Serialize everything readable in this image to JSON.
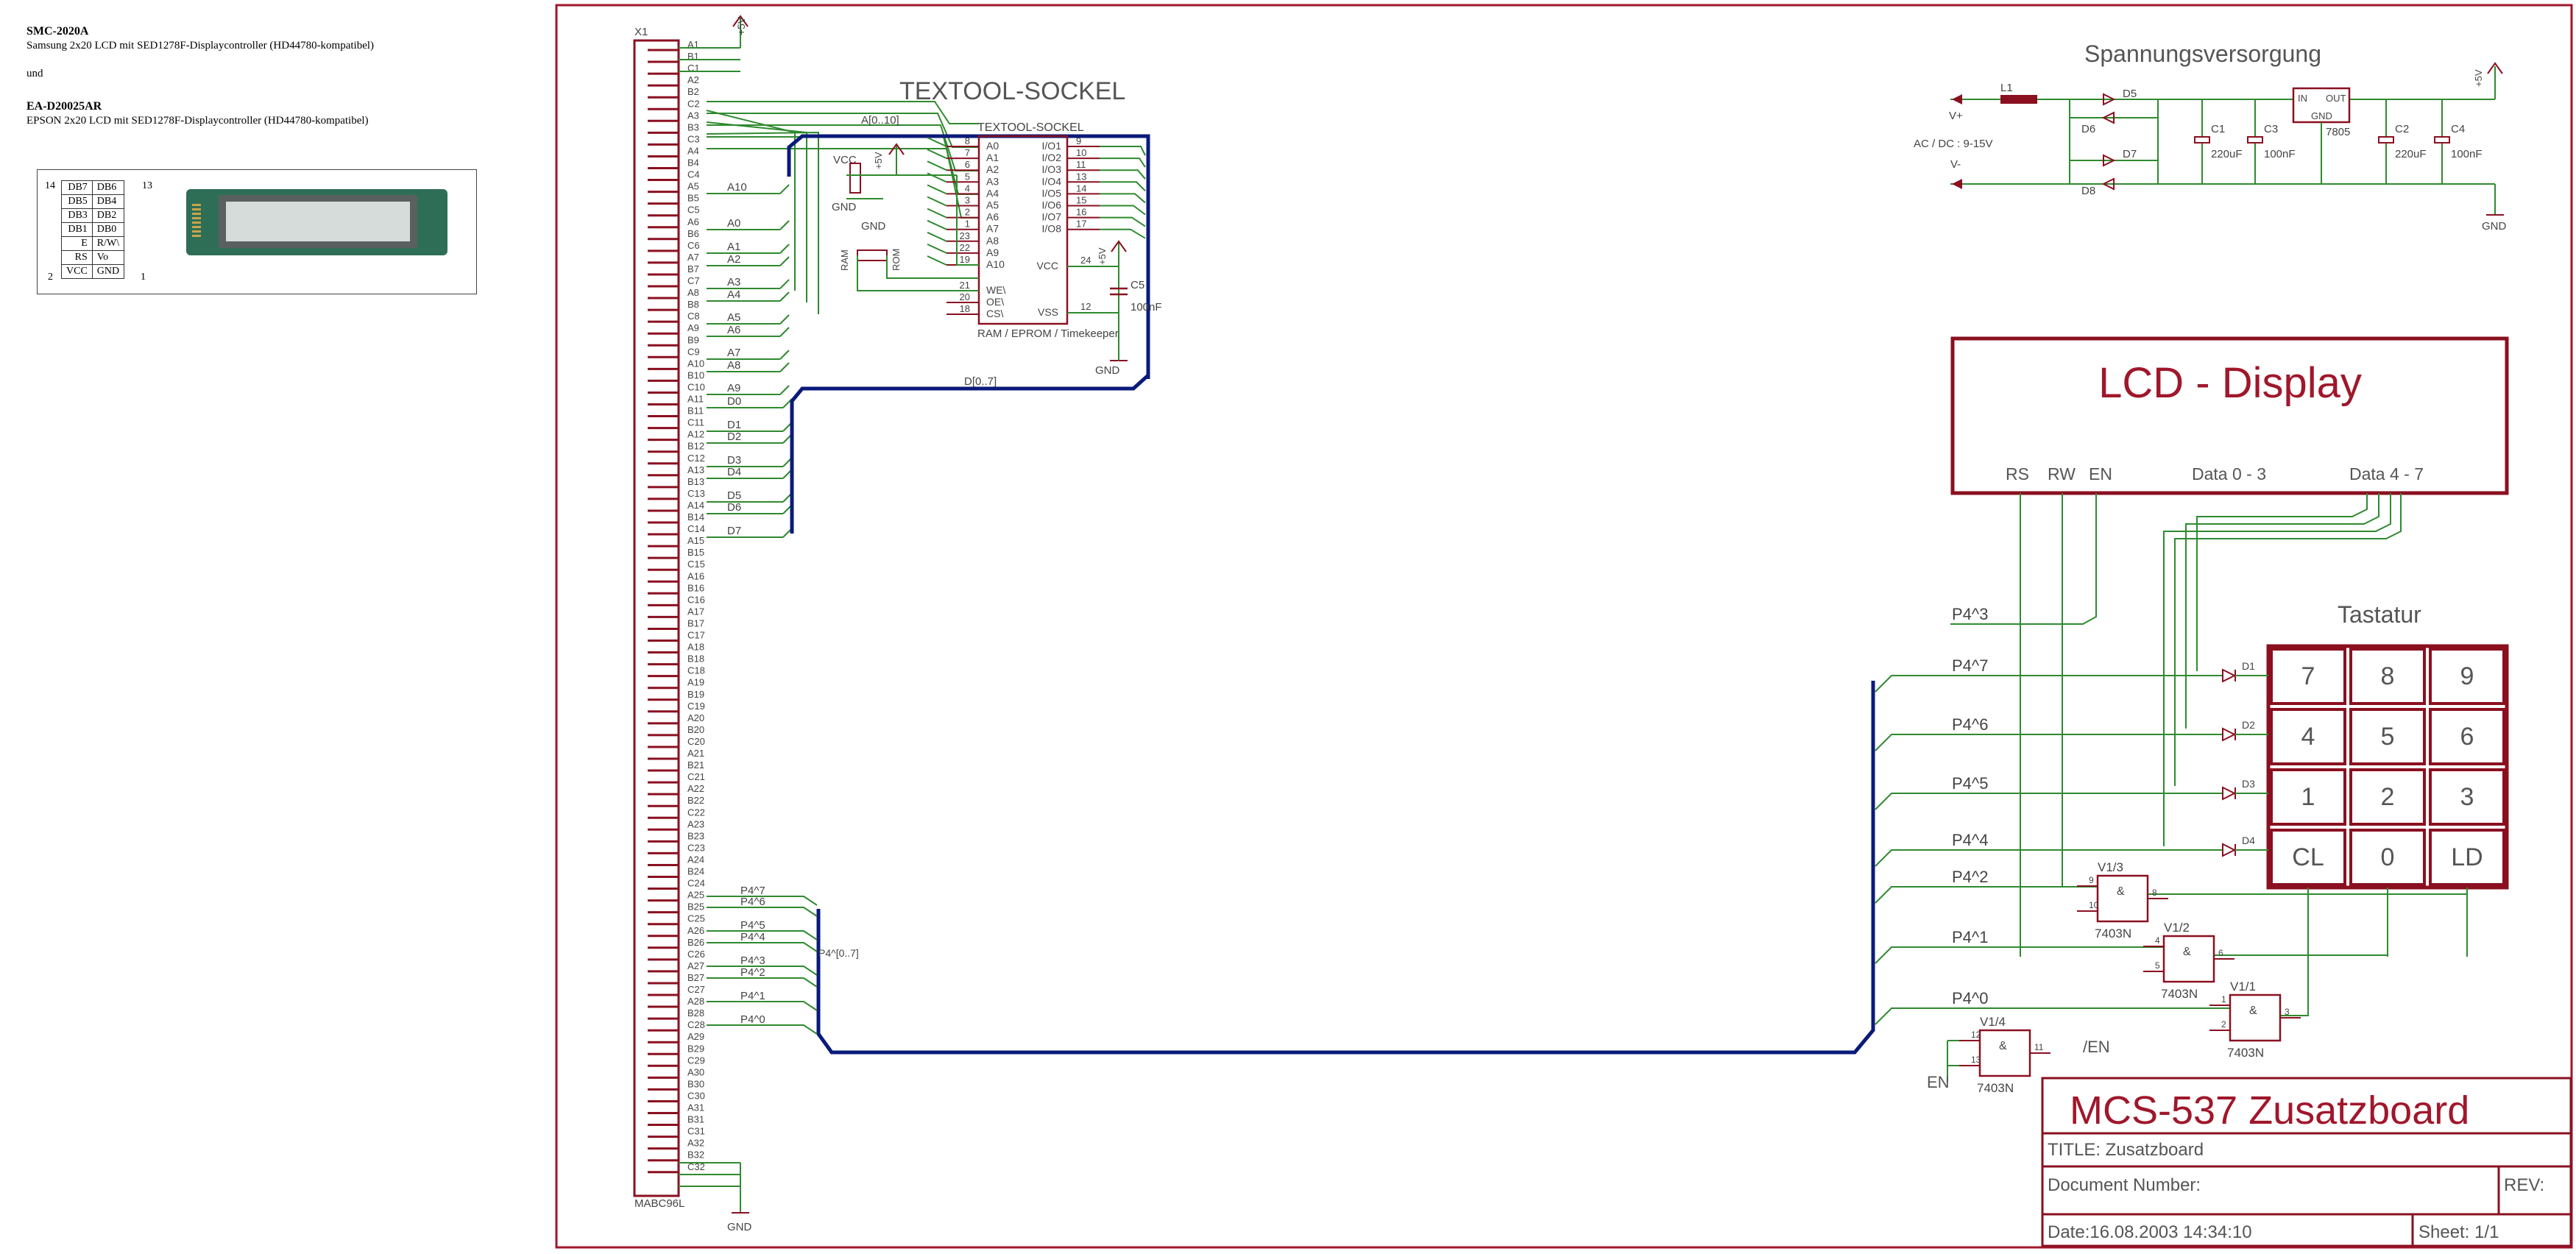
{
  "notes": {
    "model1": "SMC-2020A",
    "model1_desc": "Samsung 2x20 LCD mit SED1278F-Displaycontroller (HD44780-kompatibel)",
    "und": "und",
    "model2": "EA-D20025AR",
    "model2_desc": "EPSON 2x20 LCD mit SED1278F-Displaycontroller (HD44780-kompatibel)"
  },
  "pinout": {
    "left_top": "14",
    "right_top": "13",
    "left_bottom": "2",
    "right_bottom": "1",
    "rows": [
      [
        "DB7",
        "DB6"
      ],
      [
        "DB5",
        "DB4"
      ],
      [
        "DB3",
        "DB2"
      ],
      [
        "DB1",
        "DB0"
      ],
      [
        "E",
        "R/W\\"
      ],
      [
        "RS",
        "Vo"
      ],
      [
        "VCC",
        "GND"
      ]
    ]
  },
  "connector": {
    "ref": "X1",
    "part": "MABC96L",
    "supply": "+5V",
    "gnd": "GND",
    "pins": [
      "A1",
      "B1",
      "C1",
      "A2",
      "B2",
      "C2",
      "A3",
      "B3",
      "C3",
      "A4",
      "B4",
      "C4",
      "A5",
      "B5",
      "C5",
      "A6",
      "B6",
      "C6",
      "A7",
      "B7",
      "C7",
      "A8",
      "B8",
      "C8",
      "A9",
      "B9",
      "C9",
      "A10",
      "B10",
      "C10",
      "A11",
      "B11",
      "C11",
      "A12",
      "B12",
      "C12",
      "A13",
      "B13",
      "C13",
      "A14",
      "B14",
      "C14",
      "A15",
      "B15",
      "C15",
      "A16",
      "B16",
      "C16",
      "A17",
      "B17",
      "C17",
      "A18",
      "B18",
      "C18",
      "A19",
      "B19",
      "C19",
      "A20",
      "B20",
      "C20",
      "A21",
      "B21",
      "C21",
      "A22",
      "B22",
      "C22",
      "A23",
      "B23",
      "C23",
      "A24",
      "B24",
      "C24",
      "A25",
      "B25",
      "C25",
      "A26",
      "B26",
      "C26",
      "A27",
      "B27",
      "C27",
      "A28",
      "B28",
      "C28",
      "A29",
      "B29",
      "C29",
      "A30",
      "B30",
      "C30",
      "A31",
      "B31",
      "C31",
      "A32",
      "B32",
      "C32"
    ]
  },
  "bus_labels": [
    "A10",
    "A0",
    "A1",
    "A2",
    "A3",
    "A4",
    "A5",
    "A6",
    "A7",
    "A8",
    "A9",
    "D0",
    "D1",
    "D2",
    "D3",
    "D4",
    "D5",
    "D6",
    "D7"
  ],
  "port_labels": [
    "P4^7",
    "P4^6",
    "P4^5",
    "P4^4",
    "P4^3",
    "P4^2",
    "P4^1",
    "P4^0"
  ],
  "bus_names": {
    "addr": "A[0..10]",
    "data": "D[0..7]",
    "port": "P4^[0..7]"
  },
  "textool": {
    "title": "TEXTOOL-SOCKEL",
    "chip_name": "TEXTOOL-SOCKEL",
    "subtitle": "RAM / EPROM / Timekeeper",
    "left_pins": [
      [
        "8",
        "A0"
      ],
      [
        "7",
        "A1"
      ],
      [
        "6",
        "A2"
      ],
      [
        "5",
        "A3"
      ],
      [
        "4",
        "A4"
      ],
      [
        "3",
        "A5"
      ],
      [
        "2",
        "A6"
      ],
      [
        "1",
        "A7"
      ],
      [
        "23",
        "A8"
      ],
      [
        "22",
        "A9"
      ],
      [
        "19",
        "A10"
      ]
    ],
    "ctrl_pins": [
      [
        "21",
        "WE\\"
      ],
      [
        "20",
        "OE\\"
      ],
      [
        "18",
        "CS\\"
      ]
    ],
    "right_pins": [
      [
        "9",
        "I/O1"
      ],
      [
        "10",
        "I/O2"
      ],
      [
        "11",
        "I/O3"
      ],
      [
        "13",
        "I/O4"
      ],
      [
        "14",
        "I/O5"
      ],
      [
        "15",
        "I/O6"
      ],
      [
        "16",
        "I/O7"
      ],
      [
        "17",
        "I/O8"
      ]
    ],
    "vcc": [
      "24",
      "VCC"
    ],
    "vss": [
      "12",
      "VSS"
    ],
    "vcc_label": "VCC",
    "gnd": "GND",
    "gnd2": "GND",
    "plus5": "+5V",
    "plus5b": "+5V",
    "ram": "RAM",
    "rom": "ROM",
    "cap_name": "C5",
    "cap_val": "100nF",
    "gnd3": "GND"
  },
  "power": {
    "title": "Spannungsversorgung",
    "vplus": "V+",
    "vminus": "V-",
    "input": "AC / DC : 9-15V",
    "l1": "L1",
    "d5": "D5",
    "d6": "D6",
    "d7": "D7",
    "d8": "D8",
    "c1": "C1",
    "c1v": "220uF",
    "c3": "C3",
    "c3v": "100nF",
    "reg": "7805",
    "reg_in": "IN",
    "reg_out": "OUT",
    "reg_gnd": "GND",
    "c2": "C2",
    "c2v": "220uF",
    "c4": "C4",
    "c4v": "100nF",
    "plus5": "+5V",
    "gnd": "GND"
  },
  "lcd": {
    "title": "LCD - Display",
    "pins": [
      "RS",
      "RW",
      "EN",
      "Data 0 - 3",
      "Data 4 - 7"
    ]
  },
  "keypad": {
    "title": "Tastatur",
    "keys": [
      "7",
      "8",
      "9",
      "4",
      "5",
      "6",
      "1",
      "2",
      "3",
      "CL",
      "0",
      "LD"
    ],
    "diodes": [
      "D1",
      "D2",
      "D3",
      "D4"
    ]
  },
  "gates": {
    "g13": {
      "name": "V1/3",
      "part": "7403N",
      "sym": "&",
      "p1": "9",
      "p2": "10",
      "p3": "8"
    },
    "g12": {
      "name": "V1/2",
      "part": "7403N",
      "sym": "&",
      "p1": "4",
      "p2": "5",
      "p3": "6"
    },
    "g11": {
      "name": "V1/1",
      "part": "7403N",
      "sym": "&",
      "p1": "1",
      "p2": "2",
      "p3": "3"
    },
    "g14": {
      "name": "V1/4",
      "part": "7403N",
      "sym": "&",
      "p1": "12",
      "p2": "13",
      "p3": "11"
    },
    "en": "EN",
    "en_bar": "/EN"
  },
  "title_block": {
    "board": "MCS-537 Zusatzboard",
    "title": "TITLE:  Zusatzboard",
    "docnum": "Document Number:",
    "rev": "REV:",
    "date": "Date:16.08.2003 14:34:10",
    "sheet": "Sheet: 1/1"
  },
  "colors": {
    "frame": "#a0172b",
    "wire": "#2f8a2f",
    "bus": "#0a1a7a",
    "text": "#444444"
  }
}
